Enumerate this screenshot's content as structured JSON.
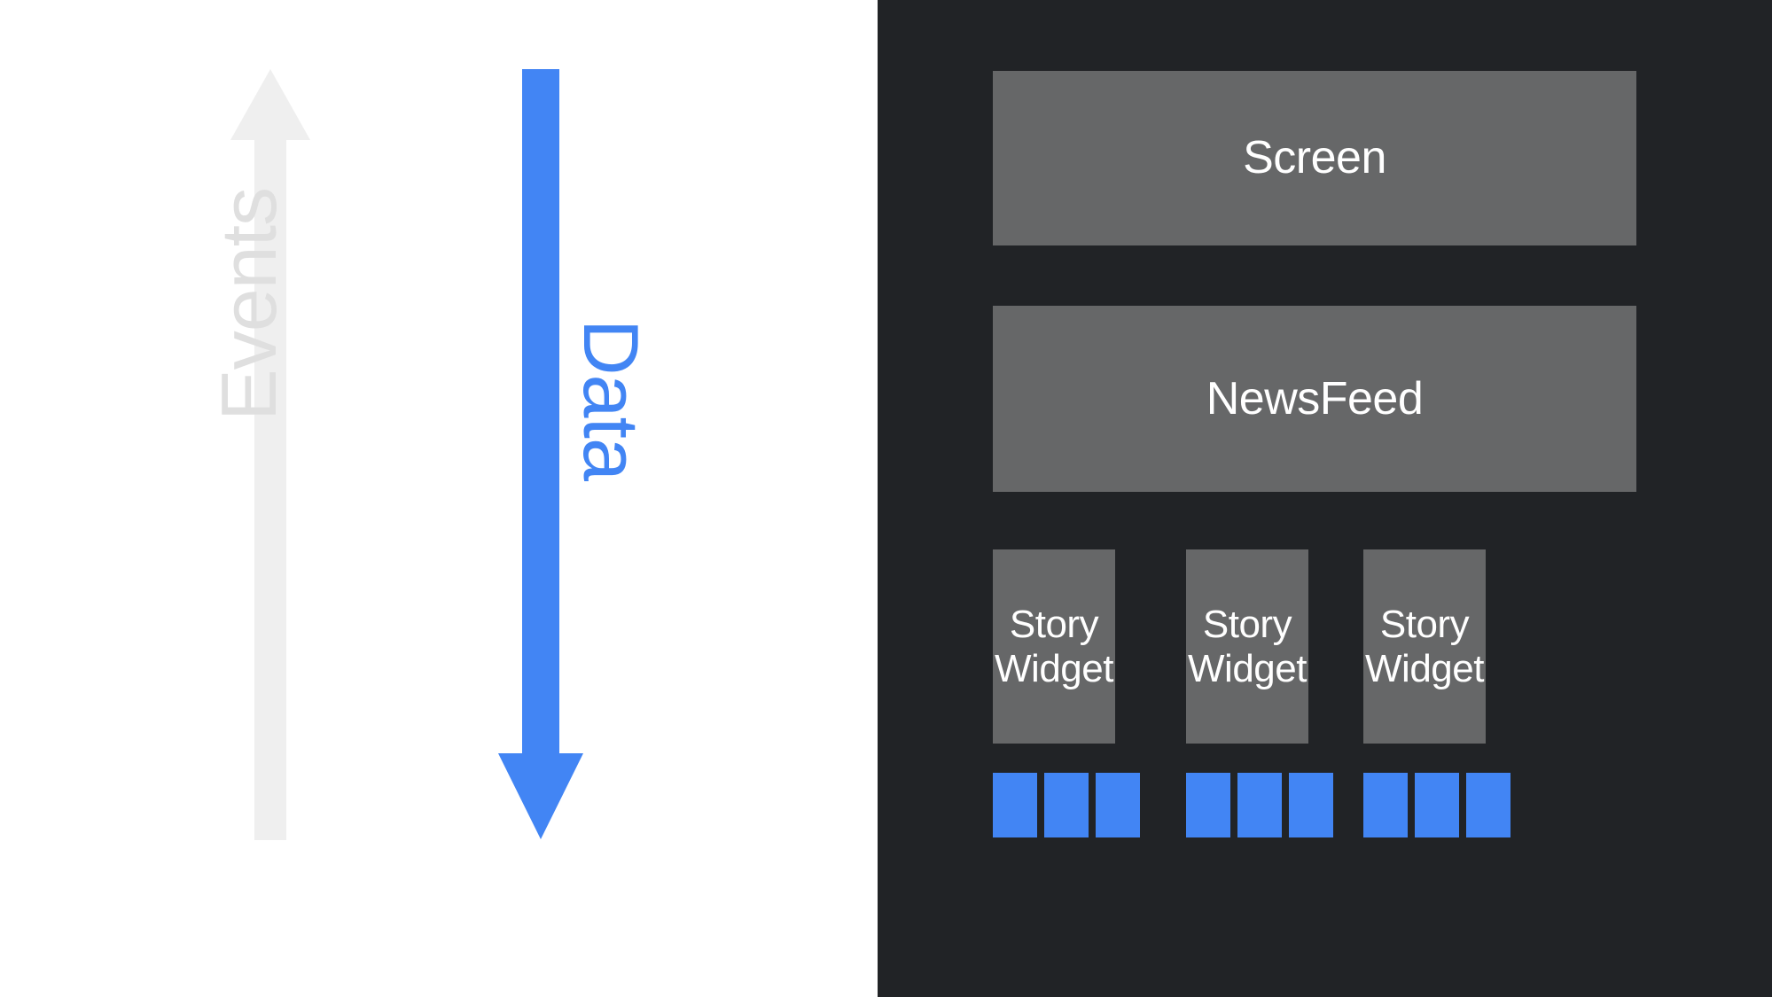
{
  "diagram": {
    "title": "Unidirectional data flow widget tree",
    "background_left": "#ffffff",
    "background_right": "#212326"
  },
  "flow_arrows": [
    {
      "id": "events",
      "label": "Events",
      "direction": "up",
      "color": "#dfdfdf",
      "icon": "arrow-up-icon"
    },
    {
      "id": "data",
      "label": "Data",
      "direction": "down",
      "color": "#4285f4",
      "icon": "arrow-down-icon"
    }
  ],
  "tree": {
    "root": {
      "label": "Screen",
      "color": "#666768"
    },
    "middle": {
      "label": "NewsFeed",
      "color": "#666768"
    },
    "leaves": [
      {
        "label": "Story\nWidget",
        "line1": "Story",
        "line2": "Widget",
        "color": "#666768"
      },
      {
        "label": "Story\nWidget",
        "line1": "Story",
        "line2": "Widget",
        "color": "#666768"
      },
      {
        "label": "Story\nWidget",
        "line1": "Story",
        "line2": "Widget",
        "color": "#666768"
      }
    ],
    "chip_groups": [
      {
        "chips": [
          "",
          "",
          ""
        ],
        "color": "#4285f4"
      },
      {
        "chips": [
          "",
          "",
          ""
        ],
        "color": "#4285f4"
      },
      {
        "chips": [
          "",
          "",
          ""
        ],
        "color": "#4285f4"
      }
    ]
  },
  "colors": {
    "accent_blue": "#4285f4",
    "node_gray": "#666768",
    "panel_dark": "#212326",
    "events_gray": "#dfdfdf",
    "text_white": "#ffffff"
  }
}
